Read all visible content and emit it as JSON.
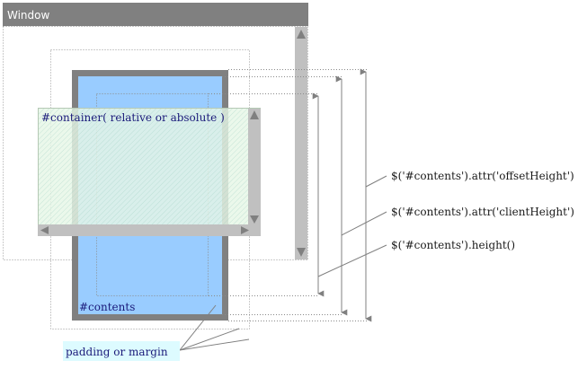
{
  "window": {
    "title": "Window"
  },
  "container": {
    "label": "#container( relative or absolute )"
  },
  "contents": {
    "label": "#contents"
  },
  "padding_note": {
    "label": "padding or margin"
  },
  "measures": {
    "offset_height": "$('#contents').attr('offsetHeight')",
    "client_height": "$('#contents').attr('clientHeight')",
    "height": "$('#contents').height()"
  },
  "colors": {
    "window_titlebar": "#808080",
    "contents_fill": "#99ccff",
    "contents_border": "#808080",
    "container_fill": "#e6f7e6",
    "scrollbar": "#c0c0c0",
    "note_fill": "#ddfbff"
  }
}
